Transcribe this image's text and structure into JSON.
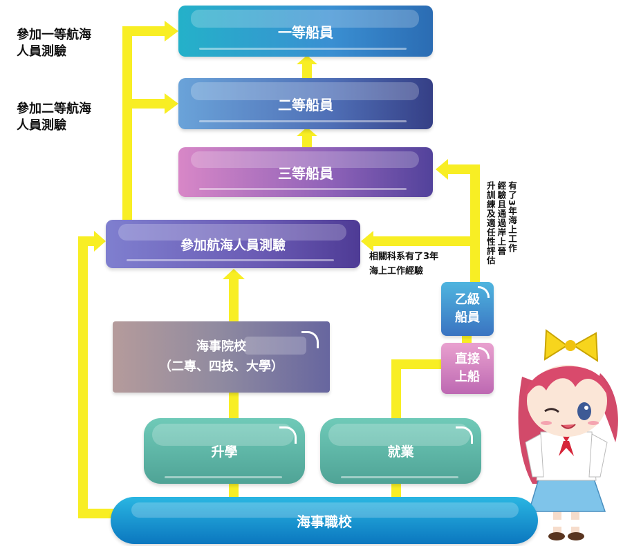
{
  "boxes": {
    "rank1": "一等船員",
    "rank2": "二等船員",
    "rank3": "三等船員",
    "exam": "參加航海人員測驗",
    "academy_line1": "海事院校",
    "academy_line2": "（二專、四技、大學）",
    "further_study": "升學",
    "employment": "就業",
    "vocational_school": "海事職校",
    "class_b_line1": "乙級",
    "class_b_line2": "船員",
    "direct_line1": "直接",
    "direct_line2": "上船"
  },
  "notes": {
    "first_class_exam_line1": "參加一等航海",
    "first_class_exam_line2": "人員測驗",
    "second_class_exam_line1": "參加二等航海",
    "second_class_exam_line2": "人員測驗",
    "related_dept_line1": "相關科系有了3年",
    "related_dept_line2": "海上工作經驗",
    "promotion_line1": "有了3年海上工作",
    "promotion_line2": "經驗且通過岸上晉",
    "promotion_line3": "升訓練及適任性評估"
  },
  "colors": {
    "arrow": "#f8ee24",
    "rank1": "#2b8fd0",
    "rank2": "#4a5ca8",
    "rank3": "#9a64bb",
    "exam": "#6a5bb4",
    "academy": "#8f8aa0",
    "teal": "#55aa9c",
    "vocational": "#1a8fd0",
    "class_b": "#3f8fd0",
    "direct": "#d184c3"
  },
  "illustration": "mascot-girl-winking"
}
